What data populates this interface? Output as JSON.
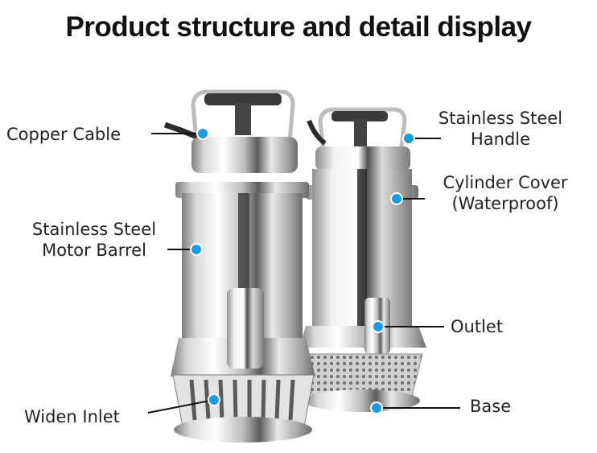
{
  "title": "Product structure and detail display",
  "labels": {
    "copper_cable": "Copper Cable",
    "handle_line1": "Stainless Steel",
    "handle_line2": "Handle",
    "motor_line1": "Stainless Steel",
    "motor_line2": "Motor Barrel",
    "cover_line1": "Cylinder Cover",
    "cover_line2": "(Waterproof)",
    "outlet": "Outlet",
    "widen_inlet": "Widen Inlet",
    "base": "Base"
  },
  "colors": {
    "dot": "#1b9be0",
    "text": "#222222",
    "steel_light": "#f4f4f4",
    "steel_dark": "#8a8a8a",
    "handle_grip": "#3a3a3a"
  },
  "icons": [
    "callout-dot"
  ]
}
